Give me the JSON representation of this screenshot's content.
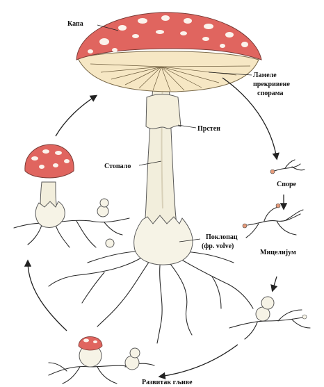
{
  "labels": {
    "cap": "Капа",
    "gills_1": "Ламеле",
    "gills_2": "прекривене",
    "gills_3": "спорама",
    "ring": "Прстен",
    "stalk": "Стопало",
    "volva_1": "Поклопац",
    "volva_2": "(фр. volve)",
    "spores": "Споре",
    "mycelium": "Мицелијум",
    "development": "Развитак гљиве"
  },
  "colors": {
    "cap_red": "#e0655f",
    "cap_spots": "#fbf3ec",
    "gills": "#f6e7c4",
    "stalk": "#f2eedc",
    "volva": "#f6f3e6",
    "spore_dot": "#e59a7a",
    "ink": "#222222"
  }
}
